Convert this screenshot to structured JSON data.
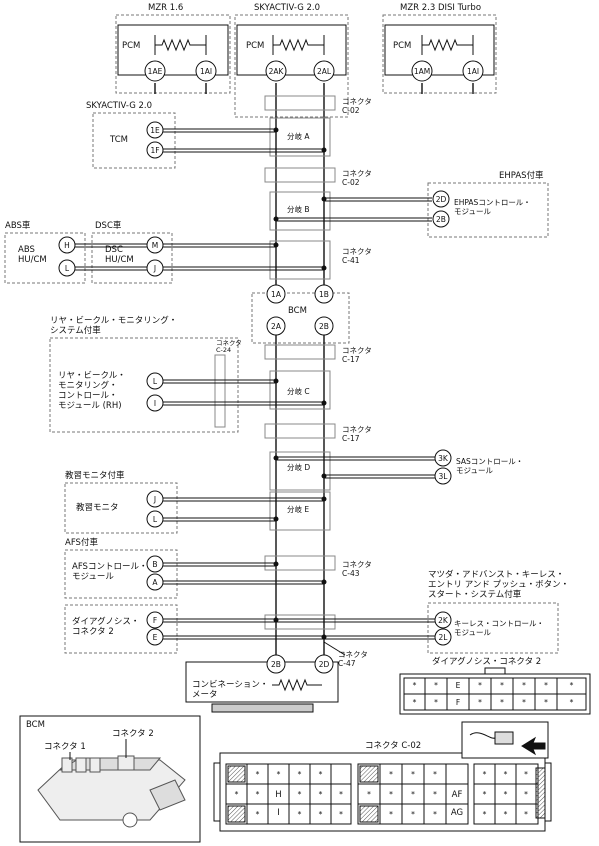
{
  "ecu_blocks": [
    {
      "variant": "MZR 1.6",
      "name": "PCM",
      "pin_h": "1AE",
      "pin_l": "1AI"
    },
    {
      "variant": "SKYACTIV-G 2.0",
      "name": "PCM",
      "pin_h": "2AK",
      "pin_l": "2AL"
    },
    {
      "variant": "MZR 2.3 DISI Turbo",
      "name": "PCM",
      "pin_h": "1AM",
      "pin_l": "1AI"
    }
  ],
  "connectors": {
    "c02_top": "コネクタ\nC-02",
    "c02_mid": "コネクタ\nC-02",
    "c41": "コネクタ\nC-41",
    "c24": "コネクタ\nC-24",
    "c17_a": "コネクタ\nC-17",
    "c17_b": "コネクタ\nC-17",
    "c43": "コネクタ\nC-43",
    "c47": "コネクタ\nC-47"
  },
  "branches": {
    "a": "分岐 A",
    "b": "分岐 B",
    "c": "分岐 C",
    "d": "分岐 D",
    "e": "分岐 E"
  },
  "tcm": {
    "caption": "SKYACTIV-G 2.0",
    "name": "TCM",
    "pin1": "1E",
    "pin2": "1F"
  },
  "ehpas": {
    "caption": "EHPAS付車",
    "name": "EHPASコントロール・\nモジュール",
    "pin1": "2D",
    "pin2": "2B"
  },
  "abs": {
    "caption": "ABS車",
    "name": "ABS\nHU/CM",
    "pin1": "H",
    "pin2": "L"
  },
  "dsc": {
    "caption": "DSC車",
    "name": "DSC\nHU/CM",
    "pin1": "M",
    "pin2": "J"
  },
  "bcm": {
    "name": "BCM",
    "pin1": "1A",
    "pin2": "1B",
    "pin3": "2A",
    "pin4": "2B"
  },
  "rvm": {
    "caption": "リヤ・ビークル・モニタリング・\nシステム付車",
    "name": "リヤ・ビークル・\nモニタリング・\nコントロール・\nモジュール (RH)",
    "pin1": "L",
    "pin2": "I"
  },
  "sas": {
    "name": "SASコントロール・\nモジュール",
    "pin1": "3K",
    "pin2": "3L"
  },
  "teaching": {
    "caption": "教習モニタ付車",
    "name": "教習モニタ",
    "pin1": "J",
    "pin2": "L"
  },
  "afs": {
    "caption": "AFS付車",
    "name": "AFSコントロール・\nモジュール",
    "pin1": "B",
    "pin2": "A"
  },
  "diag": {
    "name": "ダイアグノシス・\nコネクタ 2",
    "pin1": "F",
    "pin2": "E"
  },
  "keyless": {
    "caption": "マツダ・アドバンスト・キーレス・\nエントリ アンド プッシュ・ボタン・\nスタート・システム付車",
    "name": "キーレス・コントロール・\nモジュール",
    "pin1": "2K",
    "pin2": "2L"
  },
  "meter": {
    "name": "コンビネーション・\nメータ",
    "pin1": "2B",
    "pin2": "2D"
  },
  "diag_face": {
    "title": "ダイアグノシス・コネクタ 2",
    "top_pin": "E",
    "bottom_pin": "F",
    "blank": "*"
  },
  "bcm_photo": {
    "title": "BCM",
    "conn1": "コネクタ 1",
    "conn2": "コネクタ 2"
  },
  "c02_face": {
    "title": "コネクタ C-02",
    "pin_h": "H",
    "pin_i": "I",
    "pin_af": "AF",
    "pin_ag": "AG",
    "blank": "*"
  }
}
